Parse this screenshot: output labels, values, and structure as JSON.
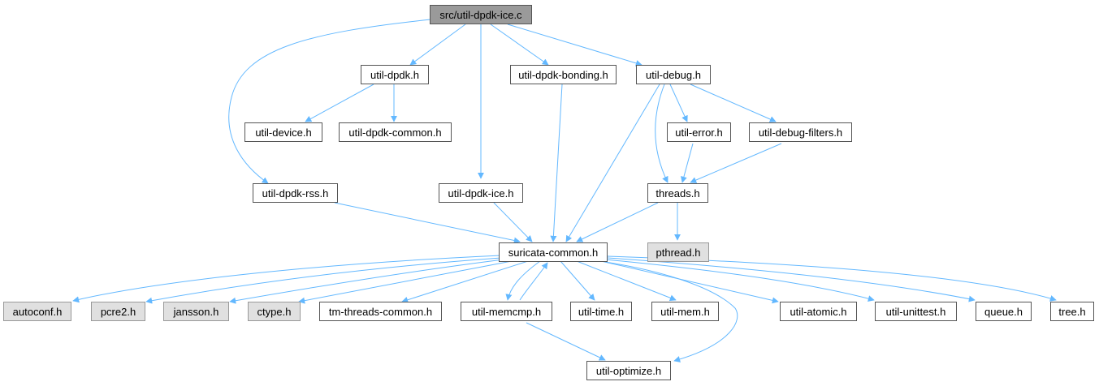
{
  "colors": {
    "edge": "#63b8ff",
    "root_fill": "#9a9a9a",
    "external_fill": "#e0e0e0",
    "border": "#555555"
  },
  "nodes": {
    "root": "src/util-dpdk-ice.c",
    "util_dpdk": "util-dpdk.h",
    "util_dpdk_bonding": "util-dpdk-bonding.h",
    "util_debug": "util-debug.h",
    "util_device": "util-device.h",
    "util_dpdk_common": "util-dpdk-common.h",
    "util_error": "util-error.h",
    "util_debug_filters": "util-debug-filters.h",
    "util_dpdk_rss": "util-dpdk-rss.h",
    "util_dpdk_ice": "util-dpdk-ice.h",
    "threads": "threads.h",
    "suricata_common": "suricata-common.h",
    "pthread": "pthread.h",
    "autoconf": "autoconf.h",
    "pcre2": "pcre2.h",
    "jansson": "jansson.h",
    "ctype": "ctype.h",
    "tm_threads_common": "tm-threads-common.h",
    "util_memcmp": "util-memcmp.h",
    "util_time": "util-time.h",
    "util_mem": "util-mem.h",
    "util_atomic": "util-atomic.h",
    "util_unittest": "util-unittest.h",
    "queue": "queue.h",
    "tree": "tree.h",
    "util_optimize": "util-optimize.h"
  }
}
